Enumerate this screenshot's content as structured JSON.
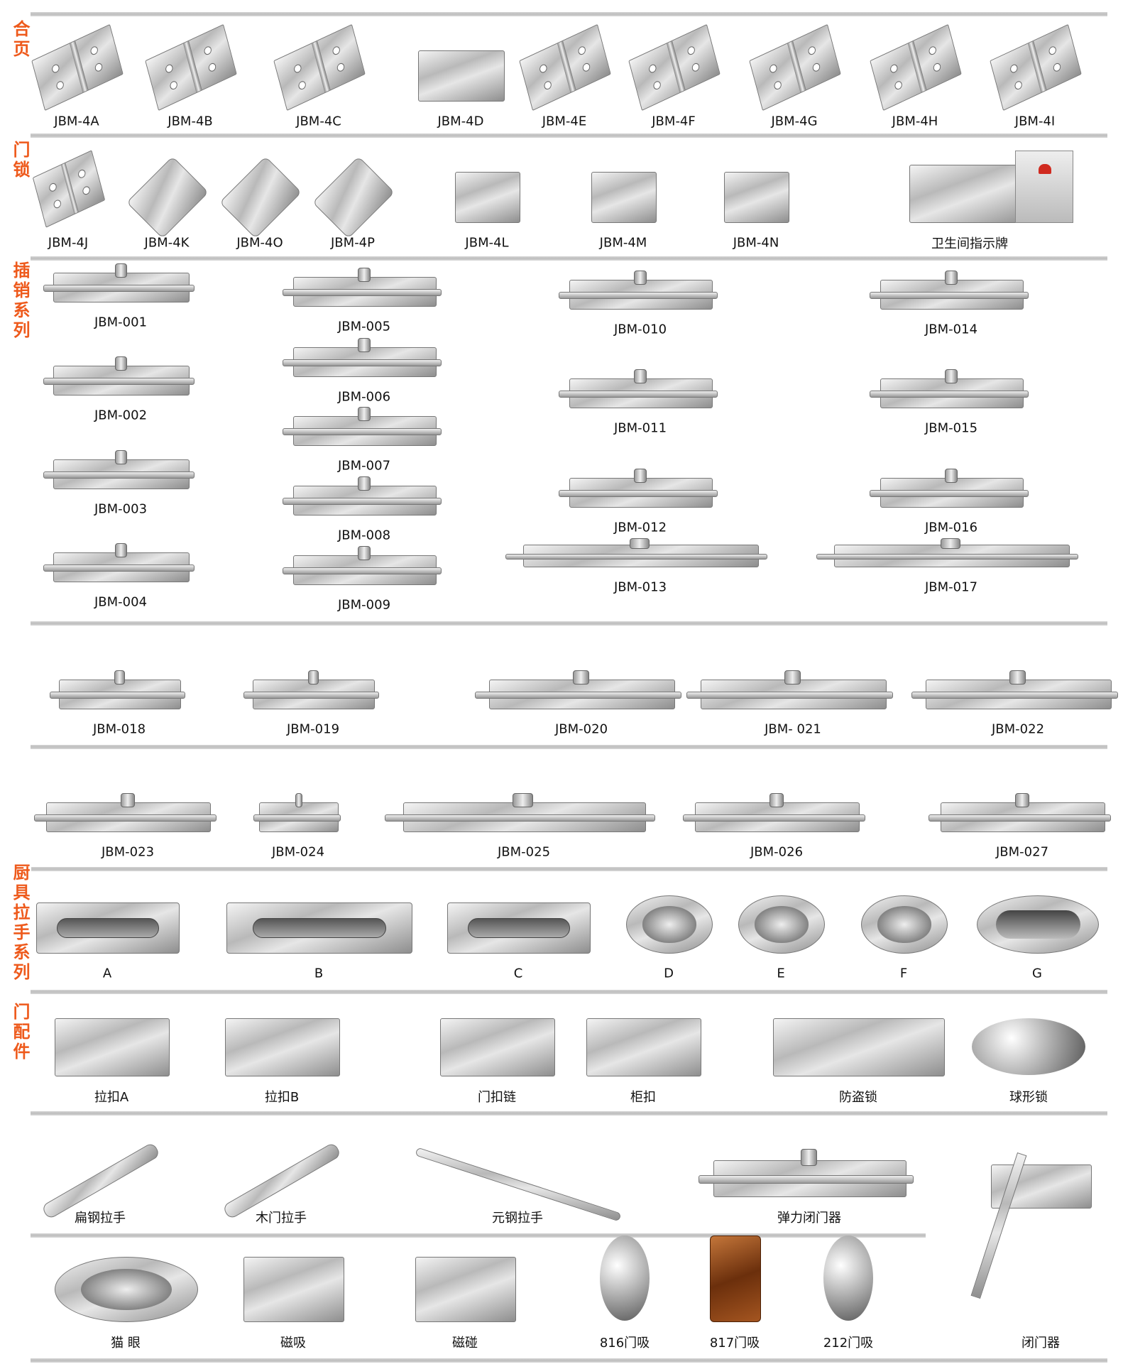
{
  "sections": [
    {
      "title": "合页"
    },
    {
      "title": "门锁"
    },
    {
      "title": "插销系列"
    },
    {
      "title": "厨具拉手系列"
    },
    {
      "title": "门配件"
    }
  ],
  "hinges": [
    "JBM-4A",
    "JBM-4B",
    "JBM-4C",
    "JBM-4D",
    "JBM-4E",
    "JBM-4F",
    "JBM-4G",
    "JBM-4H",
    "JBM-4I"
  ],
  "locks": [
    "JBM-4J",
    "JBM-4K",
    "JBM-4O",
    "JBM-4P",
    "JBM-4L",
    "JBM-4M",
    "JBM-4N",
    "卫生间指示牌"
  ],
  "bolts": [
    "JBM-001",
    "JBM-002",
    "JBM-003",
    "JBM-004",
    "JBM-005",
    "JBM-006",
    "JBM-007",
    "JBM-008",
    "JBM-009",
    "JBM-010",
    "JBM-011",
    "JBM-012",
    "JBM-013",
    "JBM-014",
    "JBM-015",
    "JBM-016",
    "JBM-017"
  ],
  "bolts_row2": [
    "JBM-018",
    "JBM-019",
    "JBM-020",
    "JBM- 021",
    "JBM-022"
  ],
  "bolts_row3": [
    "JBM-023",
    "JBM-024",
    "JBM-025",
    "JBM-026",
    "JBM-027"
  ],
  "kitchen_pulls": [
    "A",
    "B",
    "C",
    "D",
    "E",
    "F",
    "G"
  ],
  "door_fittings": [
    "拉扣A",
    "拉扣B",
    "门扣链",
    "柜扣",
    "防盗锁",
    "球形锁"
  ],
  "handles": [
    "扁钢拉手",
    "木门拉手",
    "元钢拉手",
    "弹力闭门器"
  ],
  "accessories": [
    "猫 眼",
    "磁吸",
    "磁碰",
    "816门吸",
    "817门吸",
    "212门吸",
    "闭门器"
  ],
  "colors": {
    "section_title": "#ee5a1c",
    "divider": "#c8c8c8"
  }
}
